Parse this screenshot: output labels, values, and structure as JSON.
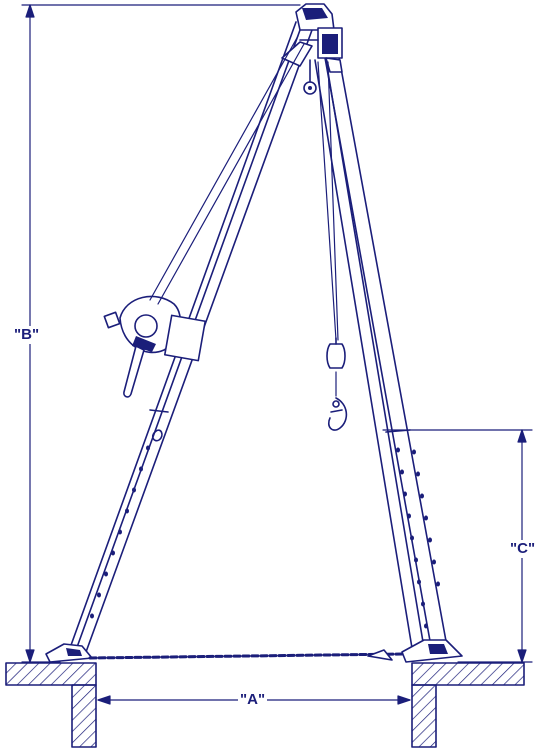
{
  "labels": {
    "a": "\"A\"",
    "b": "\"B\"",
    "c": "\"C\""
  },
  "colors": {
    "ink": "#1b1e7a",
    "paper": "#ffffff"
  }
}
